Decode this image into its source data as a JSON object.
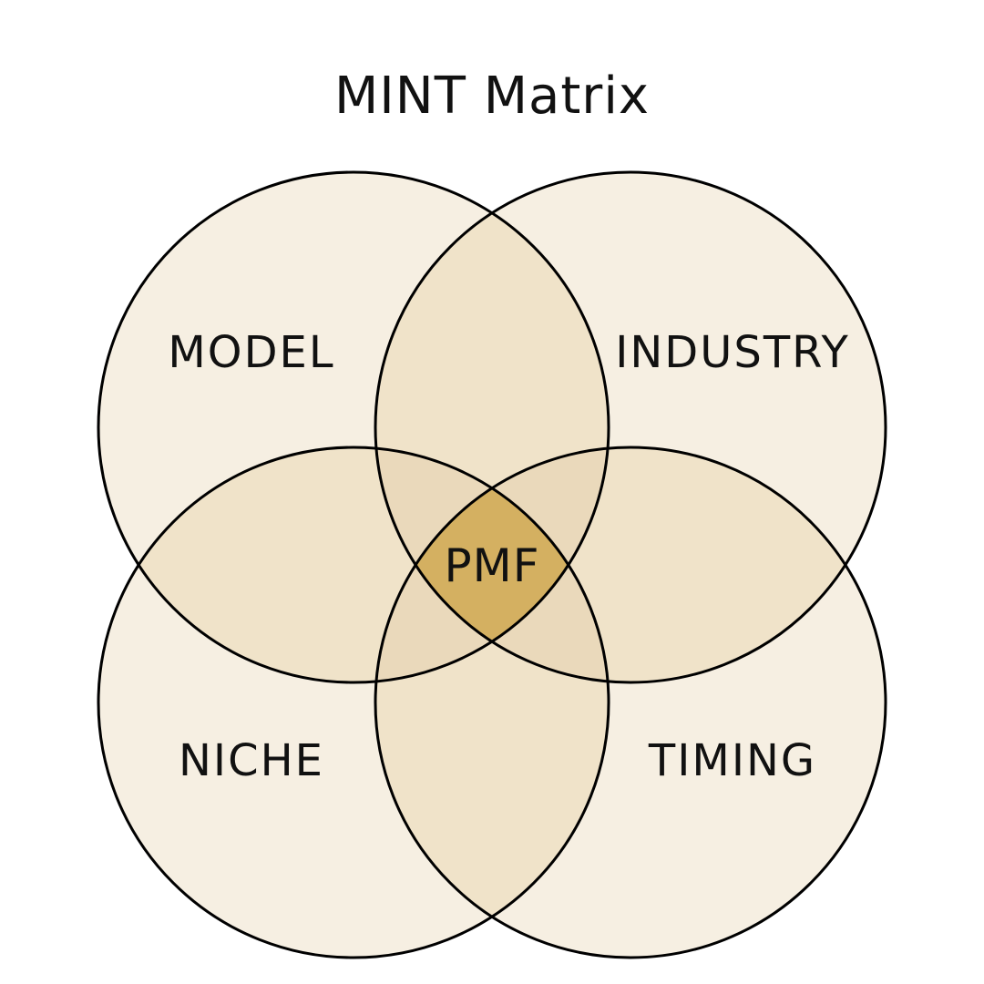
{
  "title": "MINT Matrix",
  "circles": [
    {
      "id": "model",
      "label": "MODEL"
    },
    {
      "id": "industry",
      "label": "INDUSTRY"
    },
    {
      "id": "niche",
      "label": "NICHE"
    },
    {
      "id": "timing",
      "label": "TIMING"
    }
  ],
  "center": {
    "label": "PMF"
  },
  "colors": {
    "background": "#ffffff",
    "circle_fill": "#f6efe2",
    "overlap_two": "#f0e3c9",
    "overlap_three": "#ead9bb",
    "center_fill": "#d4b061",
    "stroke": "#000000",
    "text": "#111111"
  }
}
